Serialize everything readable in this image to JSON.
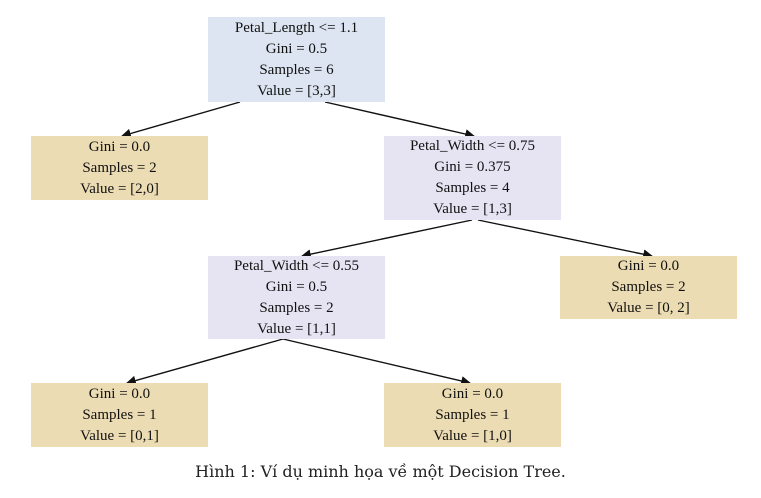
{
  "diagram": {
    "nodes": [
      {
        "id": "root",
        "kind": "split",
        "lines": [
          "Petal_Length <= 1.1",
          "Gini = 0.5",
          "Samples = 6",
          "Value = [3,3]"
        ]
      },
      {
        "id": "leaf_a",
        "kind": "leaf",
        "lines": [
          "Gini = 0.0",
          "Samples = 2",
          "Value = [2,0]"
        ]
      },
      {
        "id": "split_b",
        "kind": "split",
        "lines": [
          "Petal_Width <= 0.75",
          "Gini = 0.375",
          "Samples = 4",
          "Value = [1,3]"
        ]
      },
      {
        "id": "split_c",
        "kind": "split",
        "lines": [
          "Petal_Width <= 0.55",
          "Gini = 0.5",
          "Samples = 2",
          "Value = [1,1]"
        ]
      },
      {
        "id": "leaf_d",
        "kind": "leaf",
        "lines": [
          "Gini = 0.0",
          "Samples = 2",
          "Value = [0, 2]"
        ]
      },
      {
        "id": "leaf_e",
        "kind": "leaf",
        "lines": [
          "Gini = 0.0",
          "Samples = 1",
          "Value = [0,1]"
        ]
      },
      {
        "id": "leaf_f",
        "kind": "leaf",
        "lines": [
          "Gini = 0.0",
          "Samples = 1",
          "Value = [1,0]"
        ]
      }
    ],
    "edges": [
      {
        "from": "root",
        "to": "leaf_a"
      },
      {
        "from": "root",
        "to": "split_b"
      },
      {
        "from": "split_b",
        "to": "split_c"
      },
      {
        "from": "split_b",
        "to": "leaf_d"
      },
      {
        "from": "split_c",
        "to": "leaf_e"
      },
      {
        "from": "split_c",
        "to": "leaf_f"
      }
    ],
    "colors": {
      "root_fill": "#dce5f1",
      "split_fill": "#e6e4f3",
      "leaf_fill": "#ecdcb3",
      "edge": "#111111"
    }
  },
  "caption": "Hình 1: Ví dụ minh họa về một Decision Tree."
}
